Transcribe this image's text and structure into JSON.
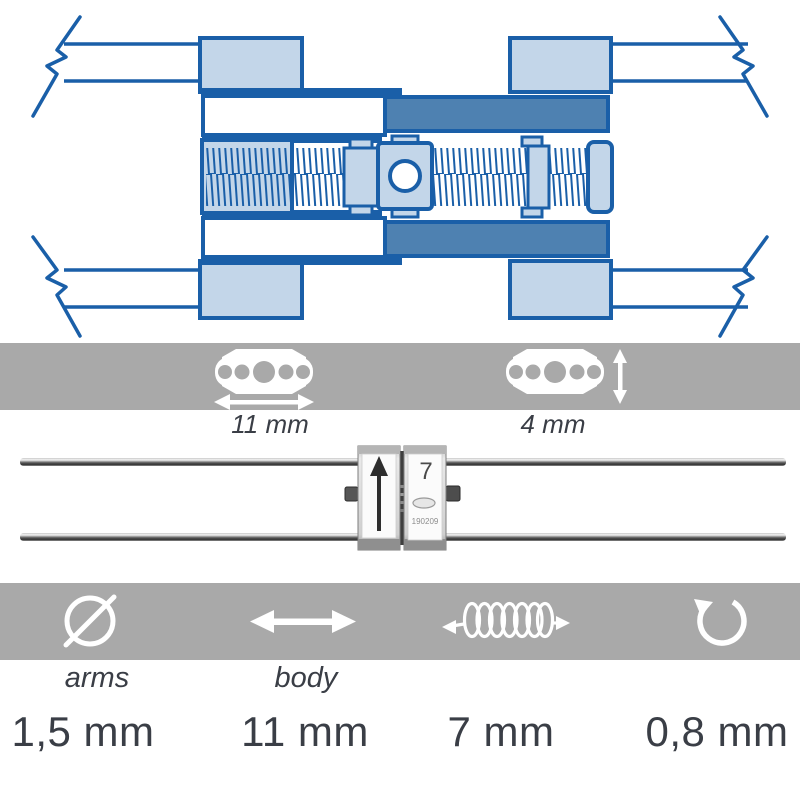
{
  "colors": {
    "outline_blue": "#1A5FA8",
    "light_blue": "#C3D6E9",
    "mid_blue": "#4E81B1",
    "band_gray": "#A9A9A9",
    "text_dark": "#3A3E46"
  },
  "dimension_band": {
    "length_label": "11 mm",
    "height_label": "4 mm",
    "silhouette_icon": "expansion-screw-top-view",
    "length_arrow_icon": "horizontal-double-arrow",
    "height_arrow_icon": "vertical-double-arrow"
  },
  "photo": {
    "direction_number": "7",
    "part_number": "190209",
    "arrow_icon": "up-arrow",
    "logo_icon": "brand-logo-oval"
  },
  "specs": {
    "columns": [
      {
        "icon": "diameter-symbol",
        "label": "arms",
        "value": "1,5 mm"
      },
      {
        "icon": "horizontal-double-arrow",
        "label": "body",
        "value": "11 mm"
      },
      {
        "icon": "spring-coil",
        "label": "",
        "value": "7 mm"
      },
      {
        "icon": "rotation-arrow",
        "label": "",
        "value": "0,8 mm"
      }
    ]
  }
}
